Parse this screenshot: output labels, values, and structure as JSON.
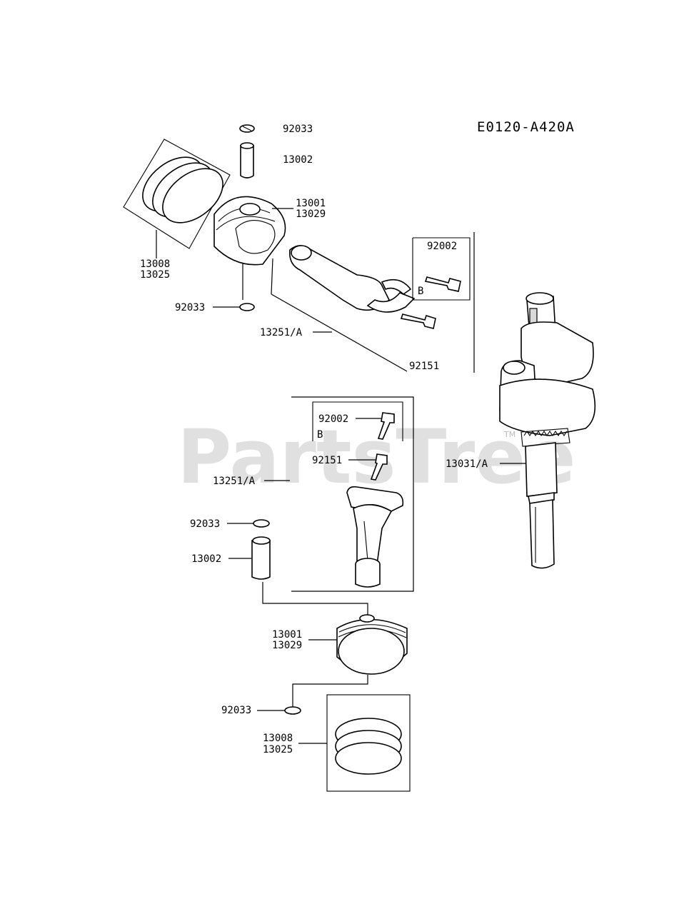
{
  "diagram": {
    "code": "E0120-A420A",
    "watermark": "PartsTree",
    "watermark_tm": "TM",
    "labels": {
      "top_clip": "92033",
      "top_pin": "13002",
      "top_piston_a": "13001",
      "top_piston_b": "13029",
      "top_rings_a": "13008",
      "top_rings_b": "13025",
      "top_clip_bottom": "92033",
      "top_rod": "13251/A",
      "top_bolt_box": "92002",
      "top_box_b": "B",
      "top_bolt_std": "92151",
      "crankshaft": "13031/A",
      "mid_bolt_box": "92002",
      "mid_box_b": "B",
      "mid_bolt_std": "92151",
      "mid_rod": "13251/A",
      "low_clip": "92033",
      "low_pin": "13002",
      "low_piston_a": "13001",
      "low_piston_b": "13029",
      "low_clip_bottom": "92033",
      "low_rings_a": "13008",
      "low_rings_b": "13025"
    }
  }
}
